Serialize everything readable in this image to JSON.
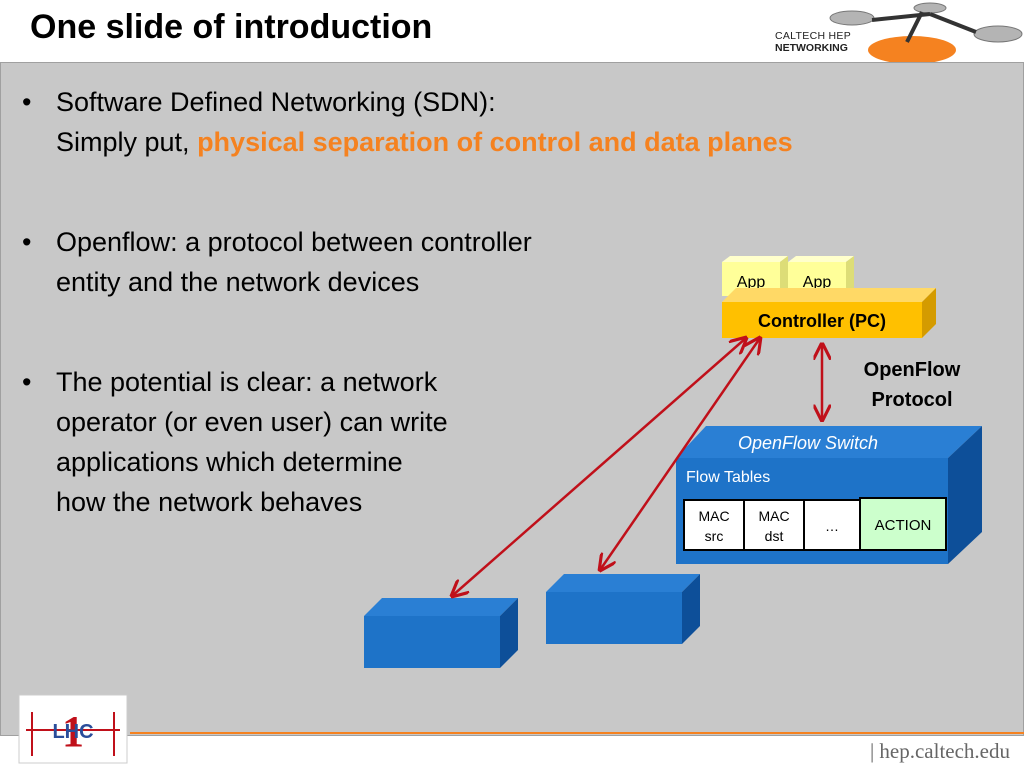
{
  "slide": {
    "title": "One slide of introduction",
    "logo": {
      "line1": "CALTECH HEP",
      "line2": "NETWORKING"
    },
    "footer": {
      "separator": "|",
      "url": "hep.caltech.edu"
    },
    "lhc_logo": {
      "text": "LHC",
      "number": "1"
    }
  },
  "bullets": {
    "b1": {
      "line1": "Software Defined Networking (SDN):",
      "line2_prefix": "Simply put, ",
      "line2_highlight": "physical separation of control and data planes"
    },
    "b2": {
      "line1": "Openflow: a protocol between controller",
      "line2": "entity and the network devices"
    },
    "b3": {
      "line1": "The potential is clear: a network",
      "line2": "operator (or even user) can write",
      "line3": "applications which determine",
      "line4": "how the network behaves"
    }
  },
  "diagram": {
    "app1": "App",
    "app2": "App",
    "controller": "Controller (PC)",
    "protocol_line1": "OpenFlow",
    "protocol_line2": "Protocol",
    "switch_title": "OpenFlow Switch",
    "flow_tables": "Flow Tables",
    "cells": [
      {
        "line1": "MAC",
        "line2": "src"
      },
      {
        "line1": "MAC",
        "line2": "dst"
      },
      {
        "line1": "…",
        "line2": ""
      }
    ],
    "action": "ACTION"
  },
  "colors": {
    "accent": "#f58220",
    "switch_blue": "#1e73c8",
    "arrow_red": "#c0101a",
    "controller_yellow": "#ffc000",
    "action_green": "#ccffcc"
  }
}
